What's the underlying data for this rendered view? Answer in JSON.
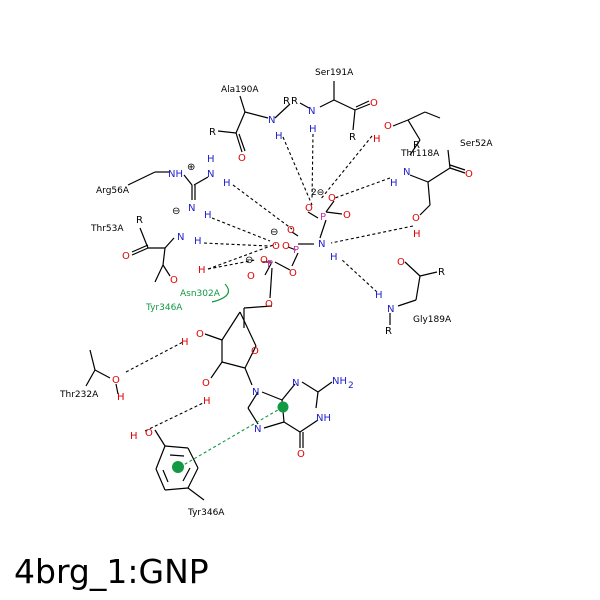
{
  "caption": "4brg_1:GNP",
  "colors": {
    "carbon": "#000000",
    "nitrogen": "#1f1fcc",
    "oxygen": "#e00000",
    "phosphorus": "#cc33aa",
    "interaction": "#119944"
  },
  "residues": {
    "ala190": "Ala190A",
    "ser191": "Ser191A",
    "thr118": "Thr118A",
    "ser52": "Ser52A",
    "arg56": "Arg56A",
    "thr53": "Thr53A",
    "asn302": "Asn302A",
    "tyr346_top": "Tyr346A",
    "gly189": "Gly189A",
    "thr232": "Thr232A",
    "tyr346_bottom": "Tyr346A"
  },
  "atoms": {
    "R": "R",
    "N": "N",
    "H": "H",
    "O": "O",
    "P": "P",
    "NH": "NH",
    "NH2": "NH",
    "sub2": "2",
    "charge_plus": "⊕",
    "charge_minus": "⊖",
    "charge_2minus": "2⊖"
  }
}
